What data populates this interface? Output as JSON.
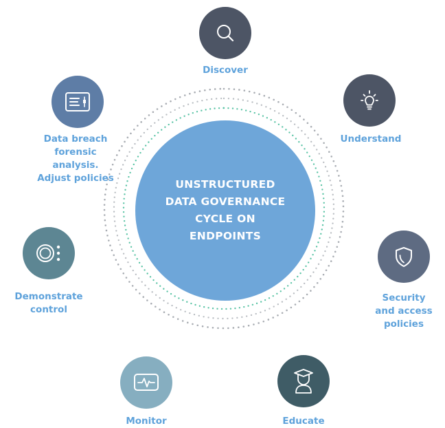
{
  "center": {
    "title": "UNSTRUCTURED\nDATA GOVERNANCE\nCYCLE ON\nENDPOINTS"
  },
  "steps": [
    {
      "label": "Discover",
      "icon": "search-icon",
      "color": "#4d5565"
    },
    {
      "label": "Understand",
      "icon": "lightbulb-icon",
      "color": "#4d5565"
    },
    {
      "label": "Security\nand access\npolicies",
      "icon": "shield-icon",
      "color": "#5e6b82"
    },
    {
      "label": "Educate",
      "icon": "graduate-icon",
      "color": "#3f5c66"
    },
    {
      "label": "Monitor",
      "icon": "monitor-pulse-icon",
      "color": "#86aec0"
    },
    {
      "label": "Demonstrate\ncontrol",
      "icon": "control-icon",
      "color": "#5d8693"
    },
    {
      "label": "Data breach\nforensic\nanalysis.\nAdjust policies",
      "icon": "report-icon",
      "color": "#5e7da6"
    }
  ],
  "colors": {
    "label": "#5ea2db",
    "center": "#6ea6d9",
    "ring_gray": "#a9adb3",
    "ring_green": "#58c3a4",
    "ring_blue": "#5ea2db"
  }
}
